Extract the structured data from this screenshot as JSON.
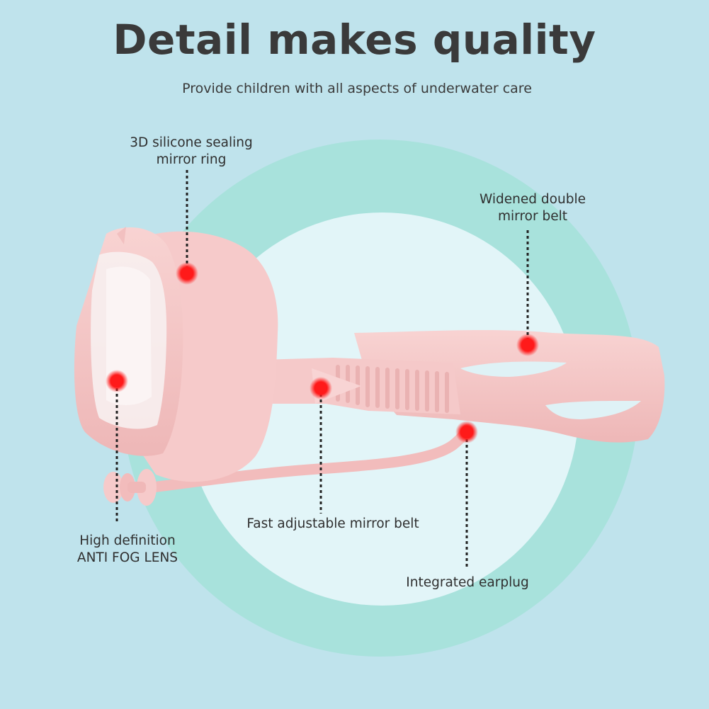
{
  "title": "Detail makes quality",
  "subtitle": "Provide children with all aspects of underwater care",
  "callouts": {
    "seal": {
      "line1": "3D silicone sealing",
      "line2": "mirror ring"
    },
    "belt": {
      "line1": "Widened double",
      "line2": "mirror belt"
    },
    "lens": {
      "line1": "High definition",
      "line2": "ANTI FOG LENS"
    },
    "adjust": {
      "line1": "Fast adjustable mirror belt"
    },
    "earplug": {
      "line1": "Integrated earplug"
    }
  },
  "colors": {
    "background": "#bfe3ec",
    "ring": "#a8e2dc",
    "inner_circle": "#e2f5f8",
    "goggle_pink": "#f4c6c6",
    "marker_red": "#ff1a1a",
    "text": "#3a3a3a"
  }
}
